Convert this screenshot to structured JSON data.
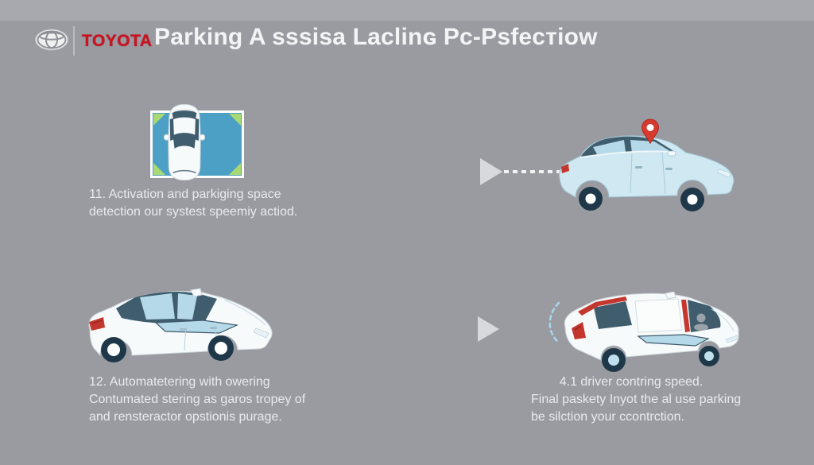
{
  "header": {
    "brand": "TOYOTA",
    "title": "Parking A sssisa Laclinɢ Pc-Psfecтiow"
  },
  "panels": {
    "step1": {
      "caption": [
        "11. Activation and parkiging space",
        "detection our systest speemiy actiod."
      ]
    },
    "step2": {
      "caption": []
    },
    "step3": {
      "caption": [
        "12. Automatetering with owering",
        "Contumated stering as garos tropey of",
        "and rensteractor opstionis purage."
      ]
    },
    "step4": {
      "caption": [
        "4.1 driver contring speed.",
        "Final paskety Inyot the al use parking",
        "be silction your ccontrction."
      ]
    }
  },
  "icons": {
    "logo": "toyota-emblem",
    "pin": "location-pin",
    "arrows": "play-style-right-arrows",
    "space_markers": "green-corner-markers"
  },
  "colors": {
    "background": "#9a9ba1",
    "header_band": "#a8a9ae",
    "title_text": "#f4f4f6",
    "caption_text": "#e9eaee",
    "brand_red": "#cd1120",
    "space_blue": "#4da0c5",
    "marker_green": "#a8d972",
    "glass": "#405d6e",
    "car_body_blue": "#cfe8f1",
    "wheel_dark": "#1f3849",
    "accent_red": "#c4372e",
    "pin_red": "#d63a2f",
    "arrow_gray": "#d8d9dd",
    "dash_white": "#f1f2f4"
  }
}
